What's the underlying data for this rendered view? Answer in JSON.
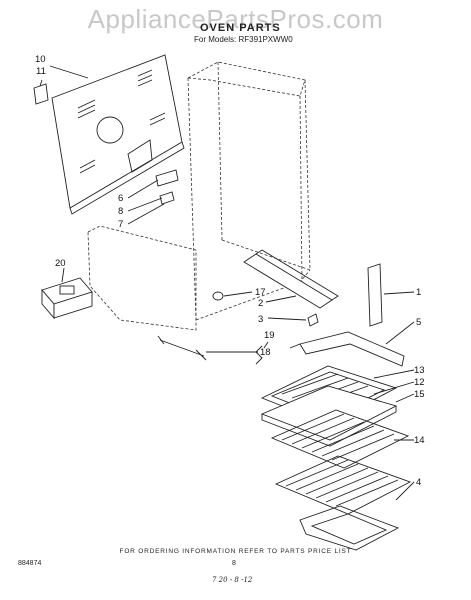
{
  "watermark": "AppliancePartsPros.com",
  "title": "OVEN PARTS",
  "models": "For Models: RF391PXWW0",
  "footer": "FOR ORDERING INFORMATION REFER TO PARTS PRICE LIST",
  "doc_code": "884874",
  "page_number": "8",
  "handwritten": "7 20 - 8 -12",
  "callouts": [
    "10",
    "11",
    "6",
    "8",
    "7",
    "20",
    "17",
    "2",
    "3",
    "19",
    "18",
    "1",
    "5",
    "13",
    "12",
    "15",
    "14",
    "4"
  ]
}
